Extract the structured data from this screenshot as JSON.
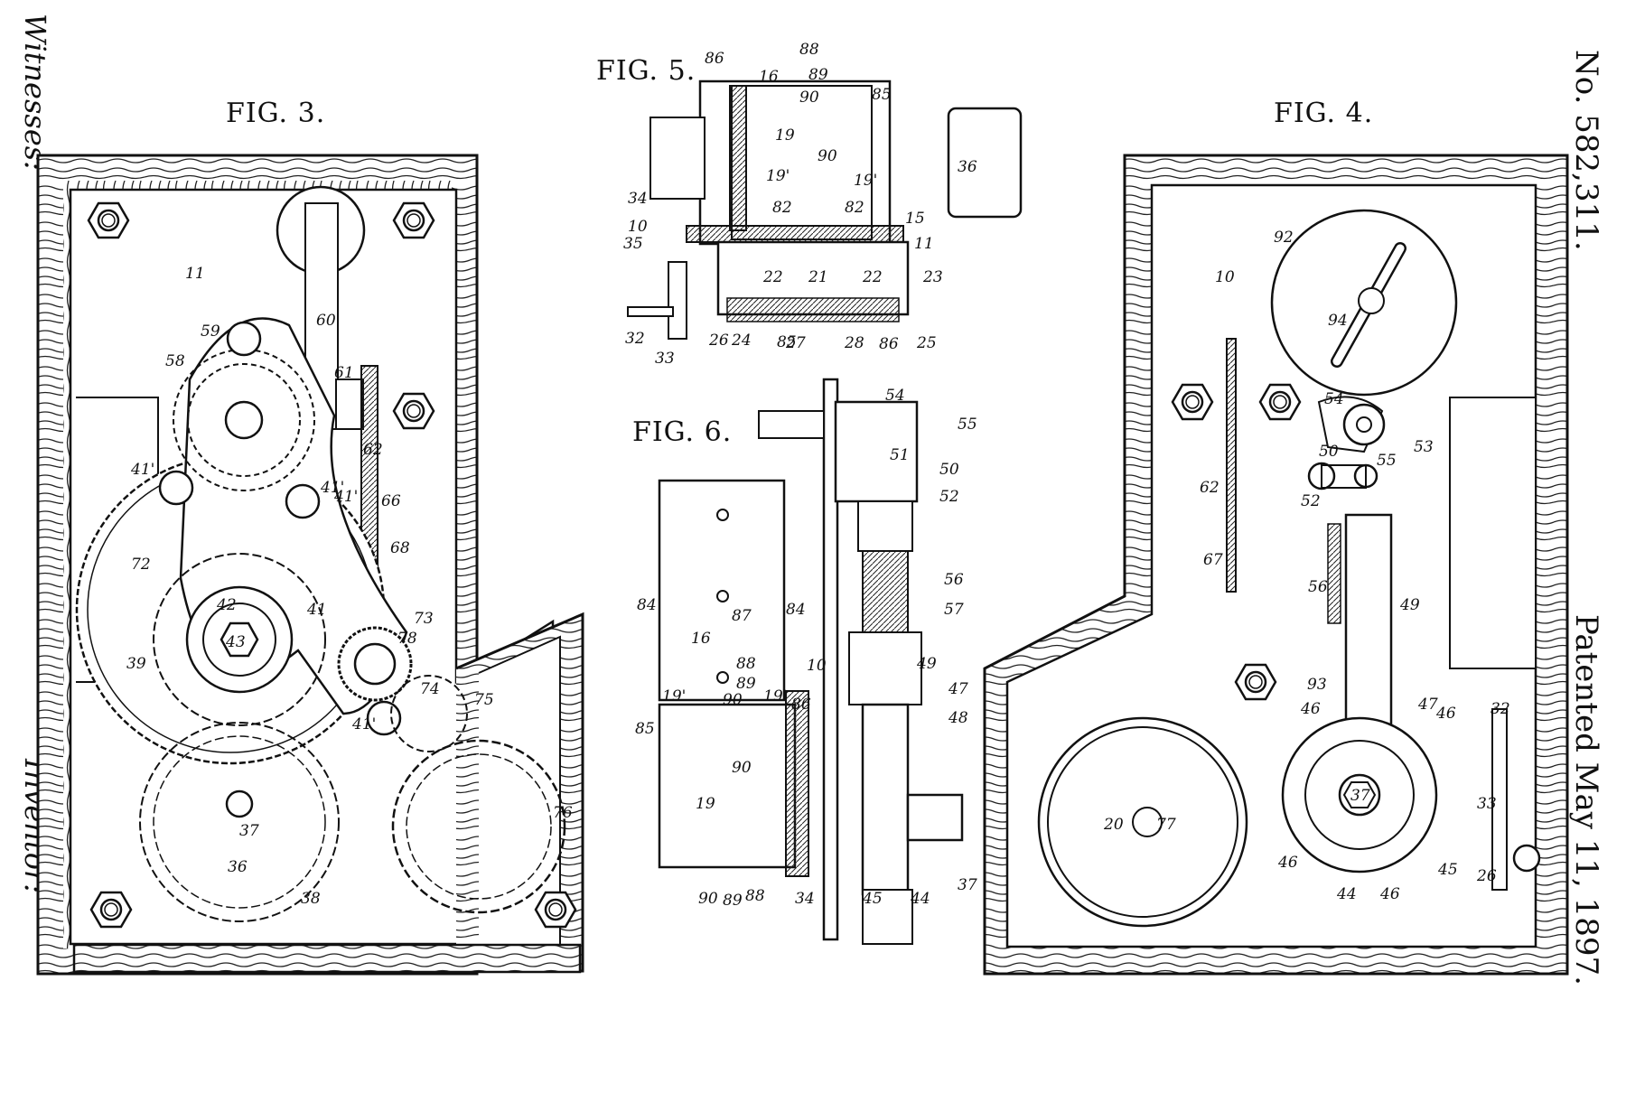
{
  "patent": {
    "number_line": "No. 582,311.",
    "date_line": "Patented May 11, 1897."
  },
  "signatures": {
    "witnesses": "Witnesses:",
    "inventor": "Inventor:"
  },
  "figures": {
    "fig3": {
      "label": "FIG. 3.",
      "refs": [
        "11",
        "58",
        "59",
        "60",
        "61",
        "62",
        "66",
        "68",
        "41'",
        "41'",
        "41'",
        "41'",
        "72",
        "42",
        "43",
        "41",
        "39",
        "78",
        "73",
        "74",
        "75",
        "76",
        "37",
        "36",
        "38"
      ]
    },
    "fig4": {
      "label": "FIG. 4.",
      "refs": [
        "92",
        "94",
        "10",
        "54",
        "50",
        "55",
        "53",
        "52",
        "62",
        "67",
        "56",
        "49",
        "93",
        "20",
        "77",
        "47",
        "46",
        "46",
        "46",
        "46",
        "45",
        "44",
        "37",
        "32",
        "33",
        "26"
      ]
    },
    "fig5": {
      "label": "FIG. 5.",
      "refs": [
        "86",
        "16",
        "88",
        "89",
        "90",
        "85",
        "19",
        "90",
        "19'",
        "19'",
        "36",
        "34",
        "82",
        "82",
        "10",
        "15",
        "11",
        "35",
        "22",
        "21",
        "22",
        "23",
        "32",
        "33",
        "26",
        "24",
        "27",
        "28",
        "86",
        "25",
        "85"
      ]
    },
    "fig6": {
      "label": "FIG. 6.",
      "refs": [
        "54",
        "55",
        "51",
        "50",
        "52",
        "56",
        "57",
        "49",
        "47",
        "48",
        "84",
        "84",
        "87",
        "16",
        "88",
        "89",
        "90",
        "19'",
        "19'",
        "85",
        "86",
        "10",
        "19",
        "90",
        "37",
        "90",
        "89",
        "88",
        "34",
        "45",
        "44"
      ]
    }
  },
  "colors": {
    "ink": "#111111",
    "paper": "#ffffff"
  }
}
